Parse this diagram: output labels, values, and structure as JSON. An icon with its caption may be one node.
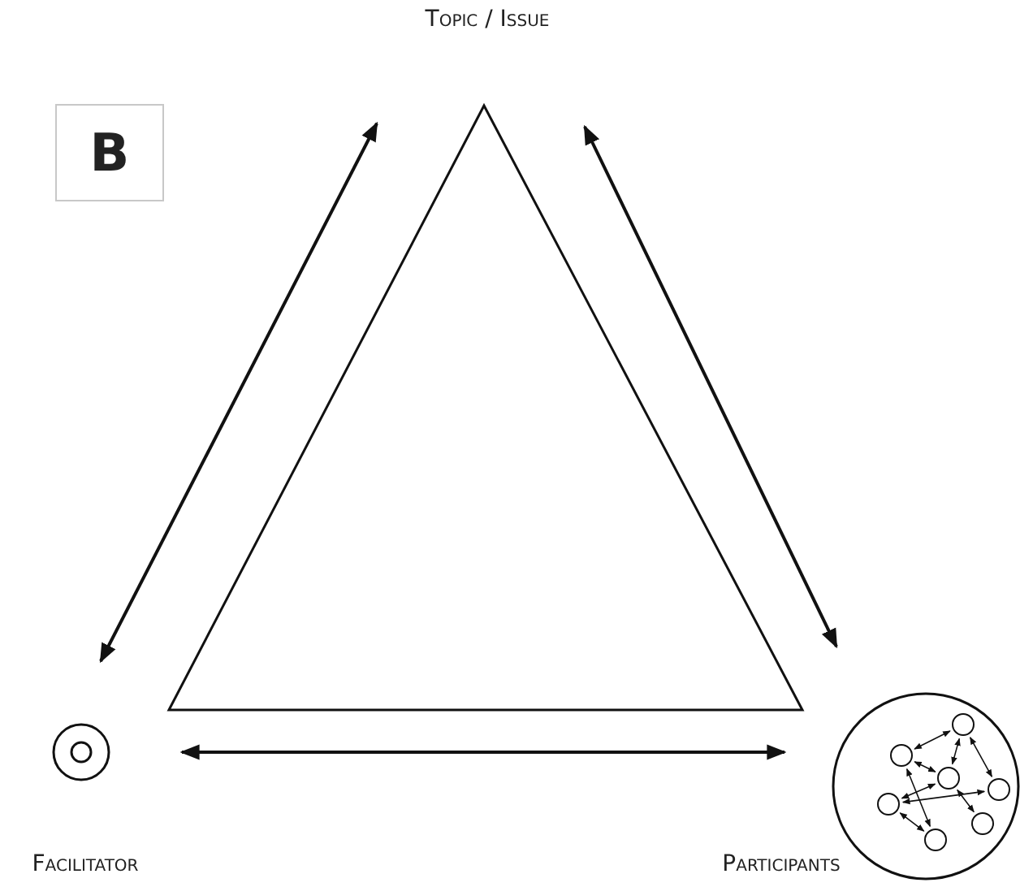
{
  "diagram": {
    "nodes": [
      {
        "text": [
          "Topic / Issue"
        ]
      },
      {
        "text": [
          "B"
        ]
      },
      {
        "text": [
          "Facilitator"
        ]
      },
      {
        "text": [
          "Participants"
        ]
      },
      {
        "text": [],
        "shape": "circle",
        "in": 3
      },
      {
        "text": [],
        "shape": "circle",
        "in": 3
      },
      {
        "text": [],
        "shape": "circle",
        "in": 3
      },
      {
        "text": [],
        "shape": "circle",
        "in": 3
      },
      {
        "text": [],
        "shape": "circle",
        "in": 3
      },
      {
        "text": [],
        "shape": "circle",
        "in": 3
      },
      {
        "text": [],
        "shape": "circle",
        "in": 3
      }
    ],
    "edges": [
      {
        "from": 0,
        "to": 2,
        "arrow": "both"
      },
      {
        "from": 0,
        "to": 3,
        "arrow": "both"
      },
      {
        "from": 2,
        "to": 3,
        "arrow": "both"
      },
      {
        "from": 4,
        "to": 5,
        "arrow": "both"
      },
      {
        "from": 4,
        "to": 6,
        "arrow": "both"
      },
      {
        "from": 5,
        "to": 6,
        "arrow": "both"
      },
      {
        "from": 5,
        "to": 8,
        "arrow": "both"
      },
      {
        "from": 4,
        "to": 10,
        "arrow": "both"
      },
      {
        "from": 7,
        "to": 6,
        "arrow": "both"
      },
      {
        "from": 7,
        "to": 8,
        "arrow": "both"
      },
      {
        "from": 6,
        "to": 9,
        "arrow": "both"
      },
      {
        "from": 7,
        "to": 10,
        "arrow": "both"
      }
    ]
  }
}
